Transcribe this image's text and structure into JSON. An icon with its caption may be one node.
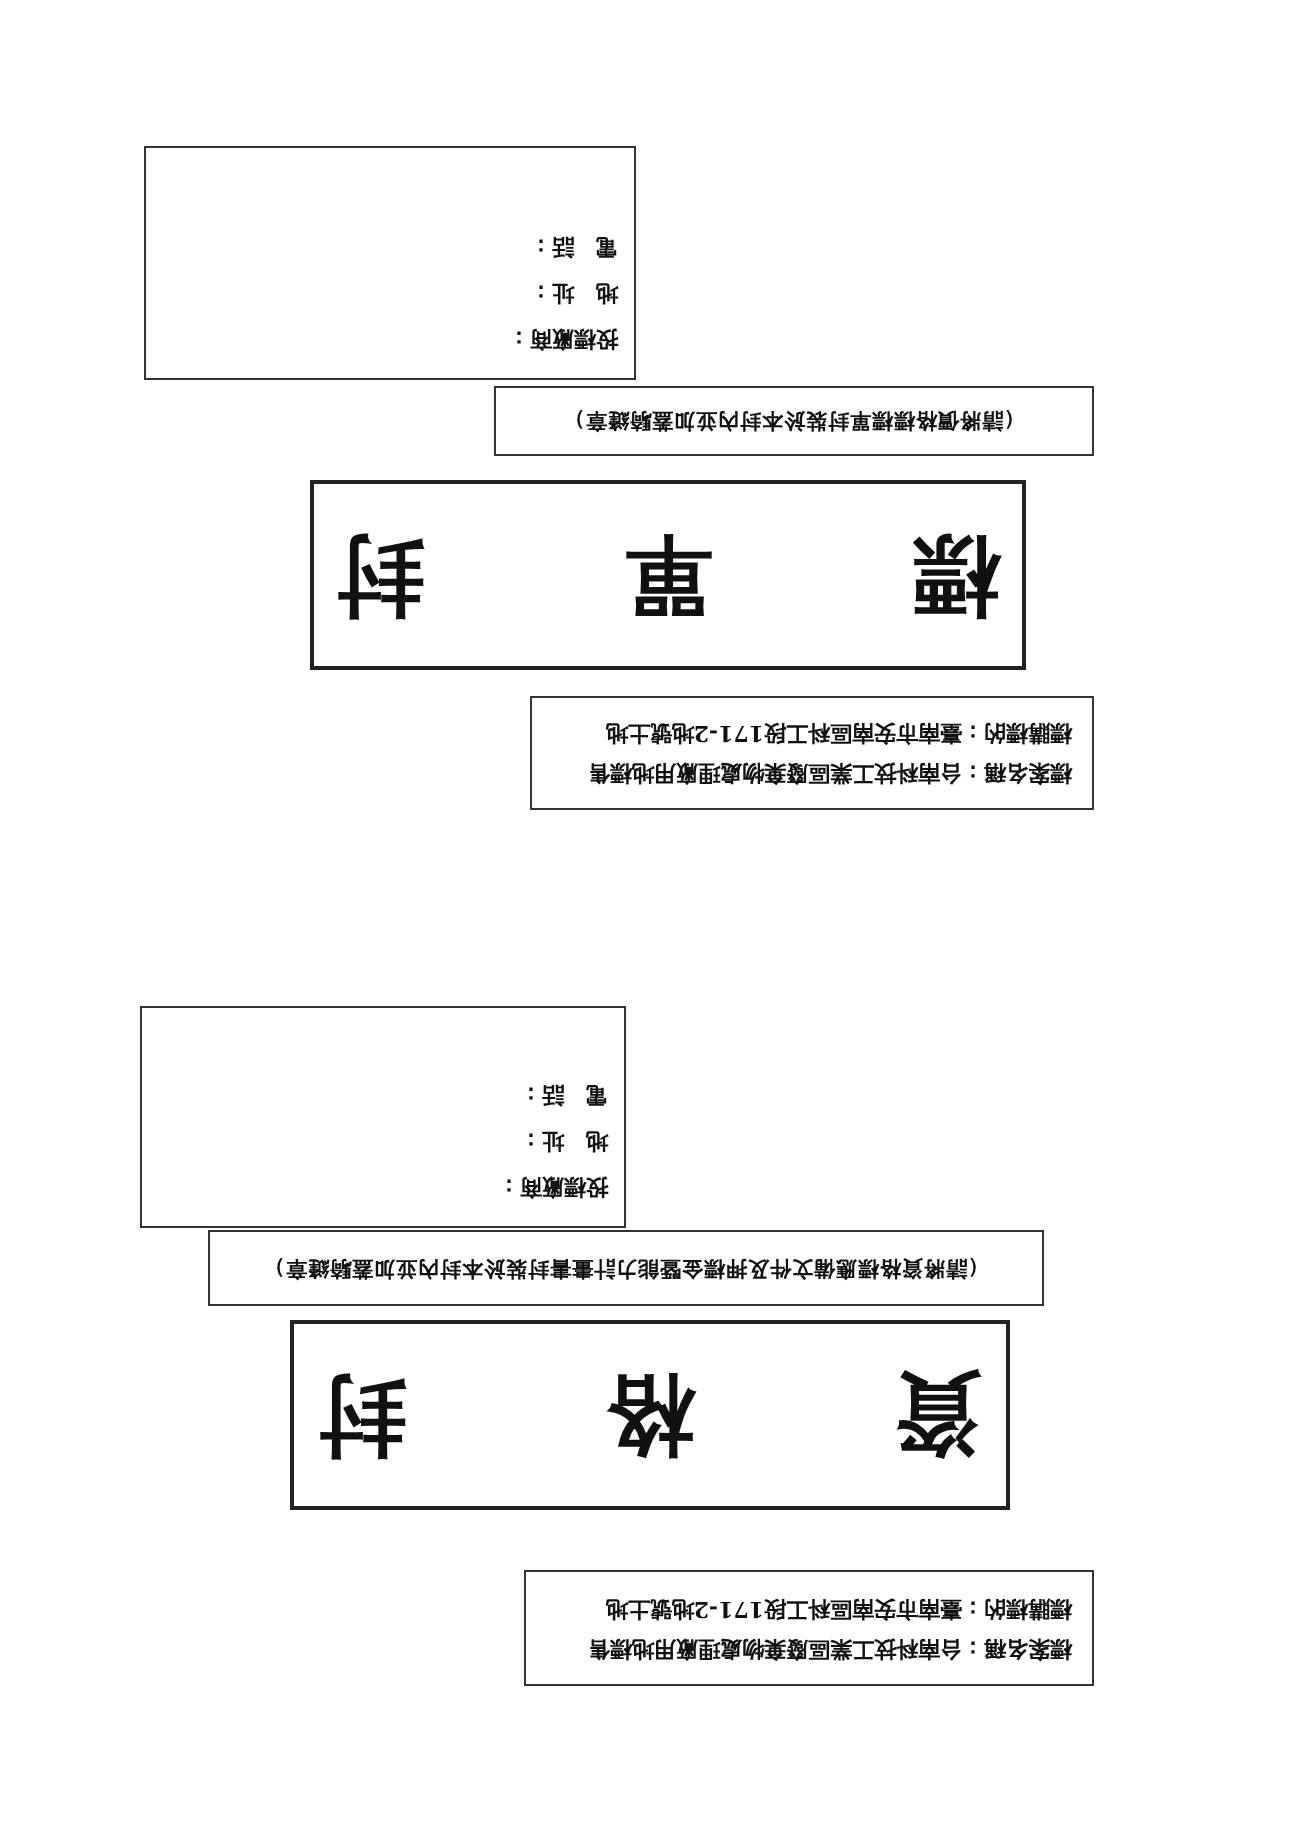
{
  "diagram": {
    "nodes": [
      {
        "text": [
          "標案名稱：台南科技工業區廢棄物處理廠用地標售",
          "標購標的：臺南市安南區科工段171-2地號土地"
        ]
      },
      {
        "text": [
          "資格封"
        ]
      },
      {
        "text": [
          "（請將資格標應備文件及押標金暨能力計畫書封裝於本封內並加蓋騎縫章）"
        ]
      },
      {
        "text": [
          "投標廠商：",
          "地　址：",
          "電　話："
        ]
      },
      {
        "text": [
          "標案名稱：台南科技工業區廢棄物處理廠用地標售",
          "標購標的：臺南市安南區科工段171-2地號土地"
        ]
      },
      {
        "text": [
          "標單封"
        ]
      },
      {
        "text": [
          "（請將價格標標單封裝於本封內並加蓋騎縫章）"
        ]
      },
      {
        "text": [
          "投標廠商：",
          "地　址：",
          "電　話："
        ]
      }
    ]
  }
}
